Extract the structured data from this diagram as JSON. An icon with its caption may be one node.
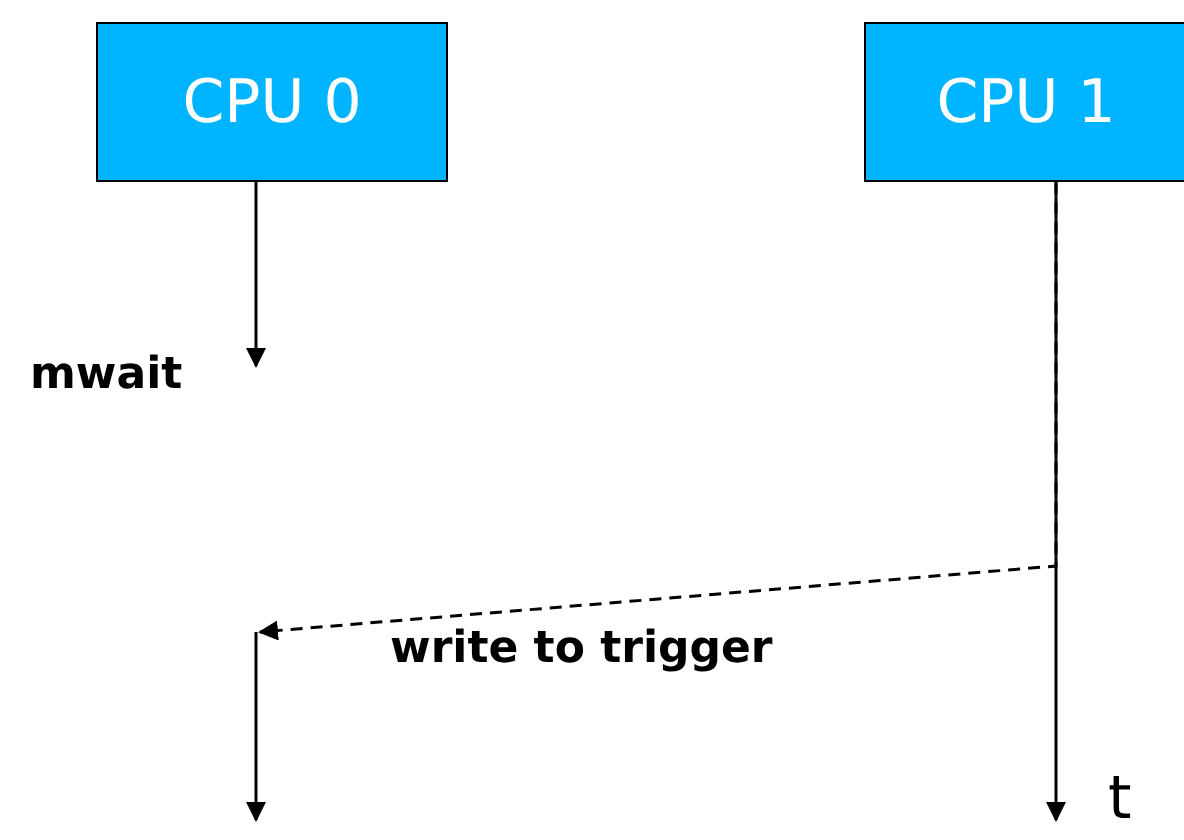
{
  "diagram": {
    "nodes": [
      {
        "text": [
          "CPU 0"
        ]
      },
      {
        "text": [
          "CPU 1"
        ]
      },
      {
        "text": [
          "mwait"
        ]
      }
    ],
    "edges": [
      {
        "from": 0,
        "to": 2,
        "arrow": "to"
      },
      {
        "from": 1,
        "to": null,
        "arrow": "to"
      },
      {
        "from": 1,
        "to": null,
        "arrow": "to",
        "style": "dashed",
        "label": "write to trigger"
      }
    ],
    "labels": [
      "t"
    ]
  }
}
